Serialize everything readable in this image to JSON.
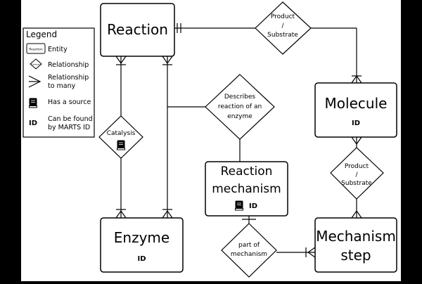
{
  "legend": {
    "title": "Legend",
    "entity_sample": "Reaction",
    "entity": "Entity",
    "relationship_sample": "Catalysis",
    "relationship": "Relationship",
    "relationship_many_line1": "Relationship",
    "relationship_many_line2": "to many",
    "source": "Has a source",
    "id_mark": "ID",
    "id_line1": "Can be found",
    "id_line2": "by MARTS ID"
  },
  "entities": {
    "reaction": "Reaction",
    "molecule": "Molecule",
    "molecule_id": "ID",
    "reaction_mechanism_line1": "Reaction",
    "reaction_mechanism_line2": "mechanism",
    "reaction_mechanism_id": "ID",
    "enzyme": "Enzyme",
    "enzyme_id": "ID",
    "mechanism_step_line1": "Mechanism",
    "mechanism_step_line2": "step"
  },
  "relationships": {
    "product_substrate_top": [
      "Product",
      "/",
      "Substrate"
    ],
    "product_substrate_right": [
      "Product",
      "/",
      "Substrate"
    ],
    "catalysis": "Catalysis",
    "describes": [
      "Describes",
      "reaction of an",
      "enzyme"
    ],
    "part_of": [
      "part of",
      "mechanism"
    ]
  }
}
